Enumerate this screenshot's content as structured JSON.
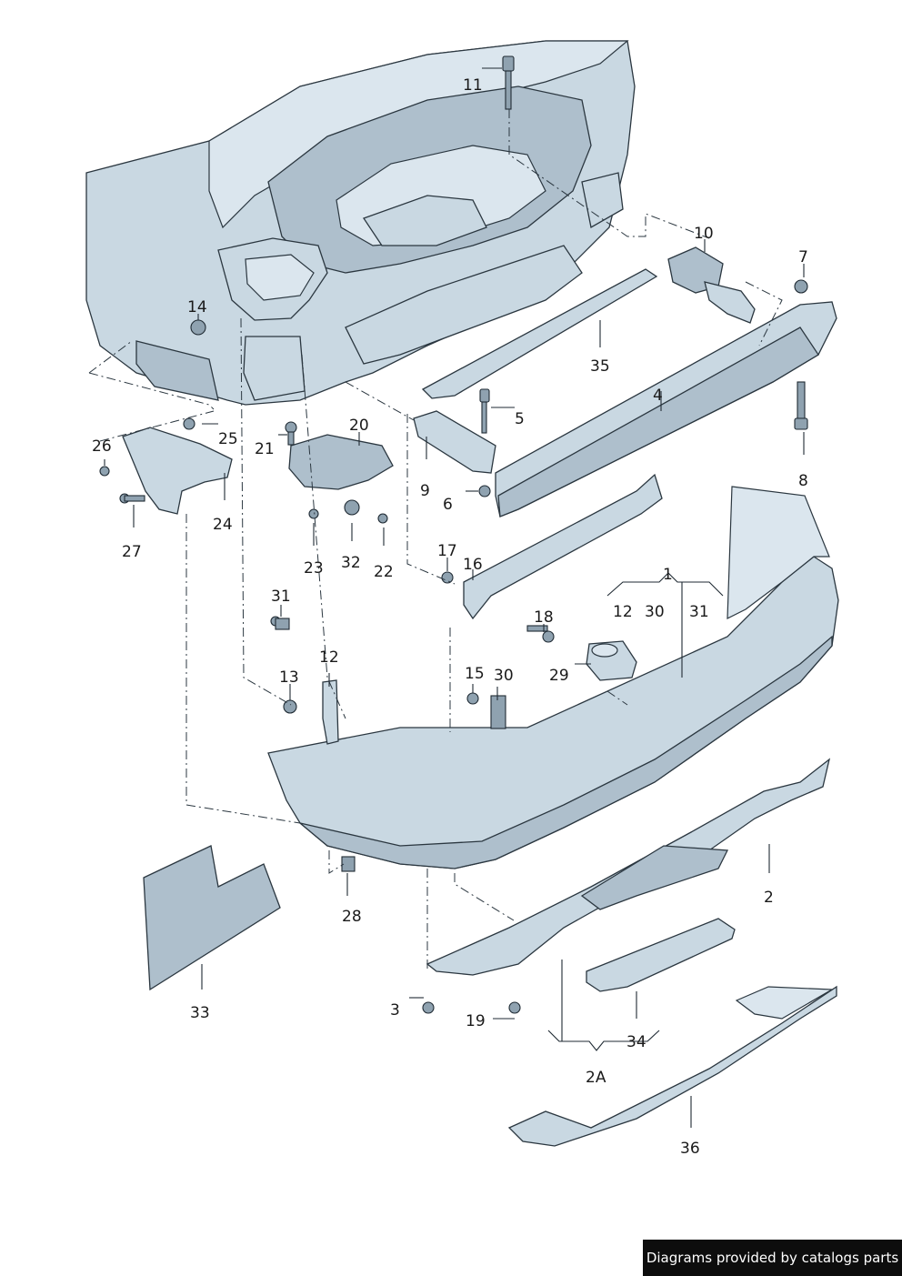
{
  "callouts": [
    {
      "id": "1",
      "text": "1"
    },
    {
      "id": "2",
      "text": "2"
    },
    {
      "id": "2A",
      "text": "2A"
    },
    {
      "id": "3",
      "text": "3"
    },
    {
      "id": "4",
      "text": "4"
    },
    {
      "id": "5",
      "text": "5"
    },
    {
      "id": "6",
      "text": "6"
    },
    {
      "id": "7",
      "text": "7"
    },
    {
      "id": "8",
      "text": "8"
    },
    {
      "id": "9",
      "text": "9"
    },
    {
      "id": "10",
      "text": "10"
    },
    {
      "id": "11",
      "text": "11"
    },
    {
      "id": "12a",
      "text": "12"
    },
    {
      "id": "12b",
      "text": "12"
    },
    {
      "id": "13",
      "text": "13"
    },
    {
      "id": "14",
      "text": "14"
    },
    {
      "id": "15",
      "text": "15"
    },
    {
      "id": "16",
      "text": "16"
    },
    {
      "id": "17",
      "text": "17"
    },
    {
      "id": "18",
      "text": "18"
    },
    {
      "id": "19",
      "text": "19"
    },
    {
      "id": "20",
      "text": "20"
    },
    {
      "id": "21",
      "text": "21"
    },
    {
      "id": "22",
      "text": "22"
    },
    {
      "id": "23",
      "text": "23"
    },
    {
      "id": "24",
      "text": "24"
    },
    {
      "id": "25",
      "text": "25"
    },
    {
      "id": "26",
      "text": "26"
    },
    {
      "id": "27",
      "text": "27"
    },
    {
      "id": "28",
      "text": "28"
    },
    {
      "id": "29",
      "text": "29"
    },
    {
      "id": "30a",
      "text": "30"
    },
    {
      "id": "30b",
      "text": "30"
    },
    {
      "id": "31a",
      "text": "31"
    },
    {
      "id": "31b",
      "text": "31"
    },
    {
      "id": "32",
      "text": "32"
    },
    {
      "id": "33",
      "text": "33"
    },
    {
      "id": "34",
      "text": "34"
    },
    {
      "id": "35",
      "text": "35"
    },
    {
      "id": "36",
      "text": "36"
    }
  ],
  "footer": {
    "text": "Diagrams provided by catalogs parts"
  }
}
